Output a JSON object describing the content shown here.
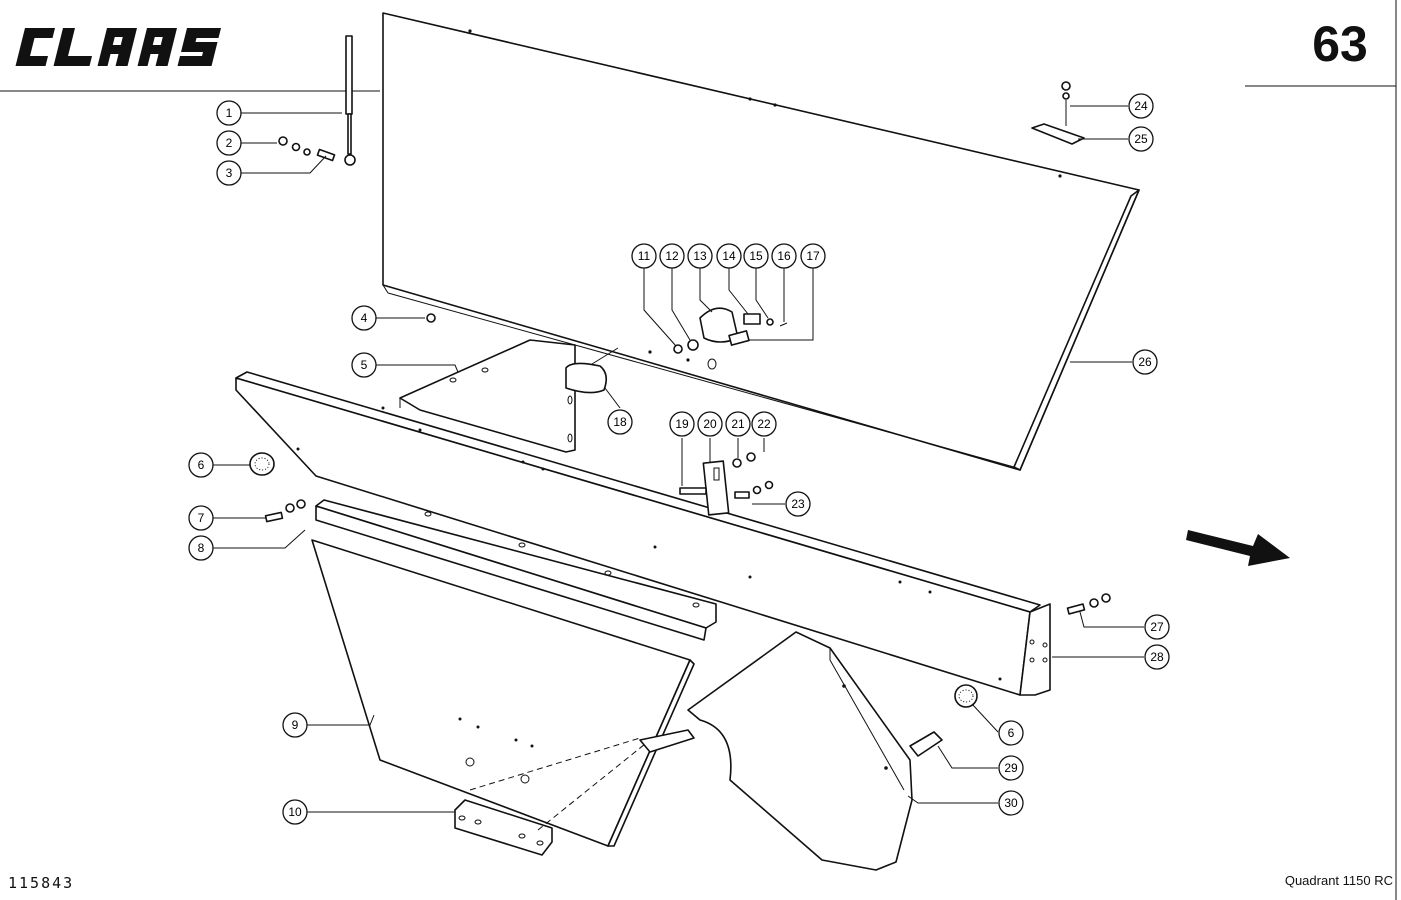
{
  "header": {
    "brand": "CLAAS",
    "page_number": "63"
  },
  "footer": {
    "drawing_number": "115843",
    "model": "Quadrant 1150 RC"
  },
  "callouts": [
    "1",
    "2",
    "3",
    "4",
    "5",
    "6",
    "7",
    "8",
    "9",
    "10",
    "11",
    "12",
    "13",
    "14",
    "15",
    "16",
    "17",
    "18",
    "19",
    "20",
    "21",
    "22",
    "23",
    "24",
    "25",
    "26",
    "27",
    "28",
    "6",
    "29",
    "30"
  ],
  "icons": {
    "direction": "direction-arrow-icon"
  }
}
